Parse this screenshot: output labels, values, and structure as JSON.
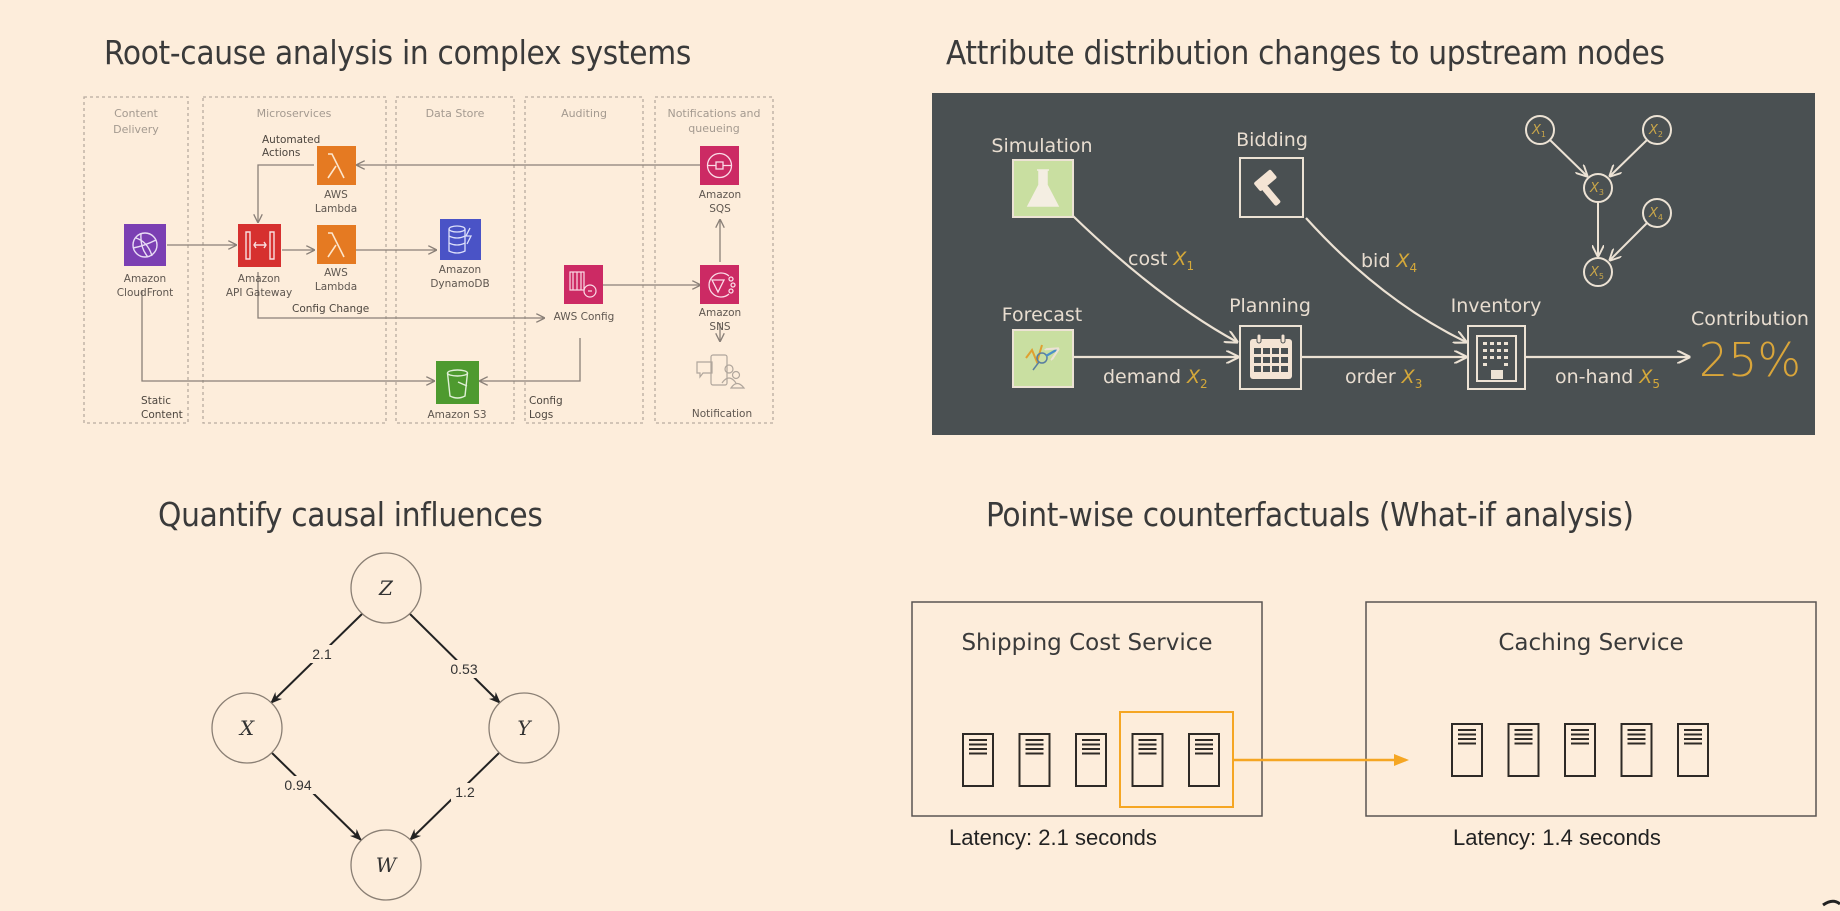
{
  "titles": {
    "root_cause": "Root-cause analysis in complex systems",
    "attribute": "Attribute distribution changes to upstream nodes",
    "quantify": "Quantify causal influences",
    "counterfactual": "Point-wise counterfactuals (What-if analysis)"
  },
  "architecture": {
    "lanes": [
      {
        "label_line1": "Content",
        "label_line2": "Delivery"
      },
      {
        "label_line1": "Microservices",
        "label_line2": ""
      },
      {
        "label_line1": "Data Store",
        "label_line2": ""
      },
      {
        "label_line1": "Auditing",
        "label_line2": ""
      },
      {
        "label_line1": "Notifications and",
        "label_line2": "queueing"
      }
    ],
    "services": {
      "cloudfront": {
        "line1": "Amazon",
        "line2": "CloudFront",
        "color": "#7b3fb3"
      },
      "api_gateway": {
        "line1": "Amazon",
        "line2": "API Gateway",
        "color": "#d6302f"
      },
      "lambda_top": {
        "line1": "AWS",
        "line2": "Lambda",
        "color": "#e57a22"
      },
      "lambda_mid": {
        "line1": "AWS",
        "line2": "Lambda",
        "color": "#e57a22"
      },
      "dynamodb": {
        "line1": "Amazon",
        "line2": "DynamoDB",
        "color": "#4a53c6"
      },
      "aws_config": {
        "line1": "AWS Config",
        "line2": "",
        "color": "#cc2a64"
      },
      "sqs": {
        "line1": "Amazon",
        "line2": "SQS",
        "color": "#cc2a64"
      },
      "sns": {
        "line1": "Amazon",
        "line2": "SNS",
        "color": "#cc2a64"
      },
      "s3": {
        "line1": "Amazon S3",
        "line2": "",
        "color": "#4e9a2f"
      },
      "notification": {
        "line1": "Notification",
        "line2": ""
      }
    },
    "edge_notes": {
      "automated_actions_1": "Automated",
      "automated_actions_2": "Actions",
      "config_change": "Config Change",
      "static_content_1": "Static",
      "static_content_2": "Content",
      "config_logs_1": "Config",
      "config_logs_2": "Logs"
    }
  },
  "attribution": {
    "nodes": {
      "simulation": "Simulation",
      "forecast": "Forecast",
      "bidding": "Bidding",
      "planning": "Planning",
      "inventory": "Inventory"
    },
    "edges": {
      "cost": {
        "word": "cost",
        "var": "X",
        "sub": "1"
      },
      "demand": {
        "word": "demand",
        "var": "X",
        "sub": "2"
      },
      "order": {
        "word": "order",
        "var": "X",
        "sub": "3"
      },
      "bid": {
        "word": "bid",
        "var": "X",
        "sub": "4"
      },
      "onhand": {
        "word": "on-hand",
        "var": "X",
        "sub": "5"
      }
    },
    "mini_graph": [
      {
        "var": "X",
        "sub": "1"
      },
      {
        "var": "X",
        "sub": "2"
      },
      {
        "var": "X",
        "sub": "3"
      },
      {
        "var": "X",
        "sub": "4"
      },
      {
        "var": "X",
        "sub": "5"
      }
    ],
    "contribution_label": "Contribution",
    "contribution_value": "25%",
    "colors": {
      "panel": "#4a5052",
      "accent": "#d4a83a",
      "icon_fill": "#c9dfa1"
    }
  },
  "causal_graph": {
    "nodes": {
      "z": "Z",
      "x": "X",
      "y": "Y",
      "w": "W"
    },
    "edges": {
      "z_x": "2.1",
      "z_y": "0.53",
      "x_w": "0.94",
      "y_w": "1.2"
    }
  },
  "counterfactual": {
    "shipping": {
      "title": "Shipping Cost Service",
      "latency": "Latency: 2.1 seconds",
      "server_count": 5,
      "moved_count": 2
    },
    "caching": {
      "title": "Caching Service",
      "latency": "Latency: 1.4 seconds",
      "server_count": 5
    },
    "highlight_color": "#f5a623"
  }
}
